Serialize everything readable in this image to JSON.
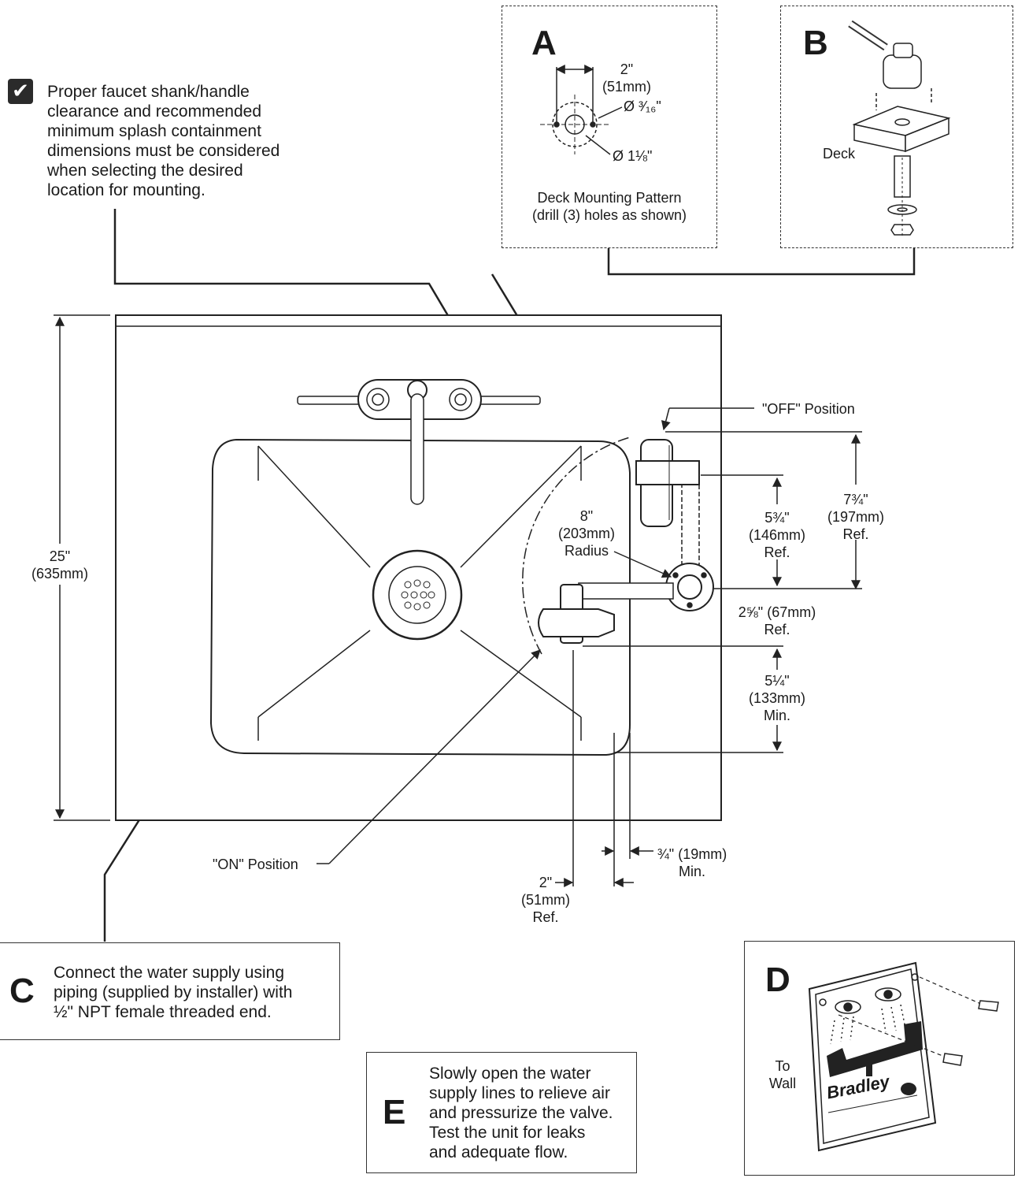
{
  "note_check": {
    "icon": "checkmark-icon",
    "text": "Proper faucet shank/handle\nclearance and recommended\nminimum splash containment\ndimensions must be considered\nwhen selecting the desired\nlocation for mounting."
  },
  "panel_a": {
    "letter": "A",
    "dim_spacing": "2\"\n(51mm)",
    "dim_small_hole": "Ø ³⁄₁₆\"",
    "dim_large_hole": "Ø 1⅛\"",
    "caption": "Deck Mounting Pattern\n(drill (3) holes as shown)"
  },
  "panel_b": {
    "letter": "B",
    "deck_label": "Deck"
  },
  "sink": {
    "height": "25\"\n(635mm)",
    "off_label": "\"OFF\" Position",
    "on_label": "\"ON\" Position",
    "radius": "8\"\n(203mm)\nRadius",
    "dim_a": "5¾\"\n(146mm)\nRef.",
    "dim_b": "7¾\"\n(197mm)\nRef.",
    "dim_c": "2⅝\" (67mm)\nRef.",
    "dim_d": "5¼\"\n(133mm)\nMin.",
    "dim_e": "¾\" (19mm)\nMin.",
    "dim_f": "2\"\n(51mm)\nRef."
  },
  "step_c": {
    "letter": "C",
    "text": "Connect the water supply using\npiping (supplied by installer) with\n½\" NPT female threaded end."
  },
  "step_d": {
    "letter": "D",
    "wall_label": "To\nWall",
    "brand": "Bradley"
  },
  "step_e": {
    "letter": "E",
    "text": "Slowly open the water\nsupply lines to relieve air\nand pressurize the valve.\nTest the unit for leaks\nand adequate flow."
  }
}
